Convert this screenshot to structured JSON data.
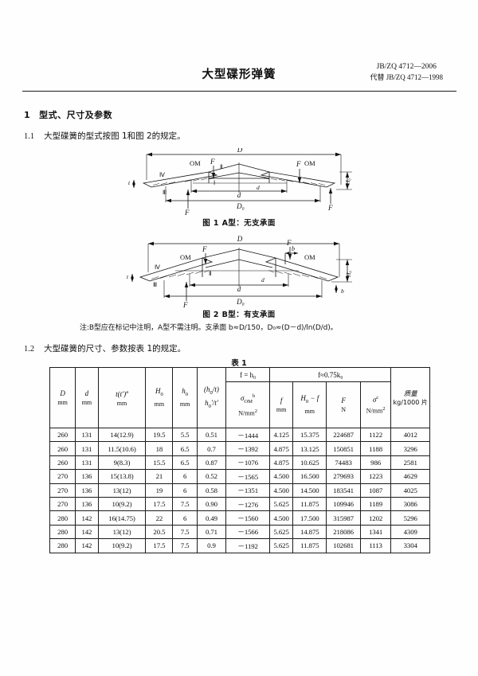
{
  "header": {
    "doc_title": "大型碟形弹簧",
    "std_code": "JB/ZQ 4712—2006",
    "std_replaces": "代替 JB/ZQ 4712—1998"
  },
  "clauses": {
    "c1_num": "1",
    "c1_text": "型式、尺寸及参数",
    "c11_num": "1.1",
    "c11_text": "大型碟簧的型式按图 1和图 2的规定。",
    "c12_num": "1.2",
    "c12_text": "大型碟簧的尺寸、参数按表 1的规定。"
  },
  "figures": {
    "fig1_caption": "图 1   A型：无支承面",
    "fig2_caption": "图 2   B型：有支承面",
    "note": "注:B型应在标记中注明，A型不需注明。支承面 b≈D/150，D₀≈(D－d)/ln(D/d)。",
    "labels": {
      "D": "D",
      "d": "d",
      "D0": "D₀",
      "H0": "H₀",
      "t": "t",
      "b": "b",
      "F": "F",
      "OM": "OM",
      "I": "Ⅰ",
      "II": "Ⅱ",
      "III": "Ⅲ",
      "IV": "Ⅳ"
    }
  },
  "table": {
    "caption": "表 1",
    "group_headers": {
      "g1": "f = h₀",
      "g2": "f≈0.75k₀"
    },
    "columns": [
      {
        "sym": "D",
        "unit": "mm"
      },
      {
        "sym": "d",
        "unit": "mm"
      },
      {
        "sym": "t(t')ᵃ",
        "unit": "mm"
      },
      {
        "sym": "H₀",
        "unit": "mm"
      },
      {
        "sym": "h₀",
        "unit": "mm"
      },
      {
        "sym": "(h₀/t) h₀'/t'",
        "unit": ""
      },
      {
        "sym": "σOMᵇ",
        "unit": "N/mm²"
      },
      {
        "sym": "f",
        "unit": "mm"
      },
      {
        "sym": "H₀－f",
        "unit": "mm"
      },
      {
        "sym": "F",
        "unit": "N"
      },
      {
        "sym": "σᶜ",
        "unit": "N/mm²"
      },
      {
        "sym": "质量",
        "unit": "kg/1000 片"
      }
    ],
    "rows": [
      [
        "260",
        "131",
        "14(12.9)",
        "19.5",
        "5.5",
        "0.51",
        "－1444",
        "4.125",
        "15.375",
        "224687",
        "1122",
        "4012"
      ],
      [
        "260",
        "131",
        "11.5(10.6)",
        "18",
        "6.5",
        "0.7",
        "－1392",
        "4.875",
        "13.125",
        "150851",
        "1188",
        "3296"
      ],
      [
        "260",
        "131",
        "9(8.3)",
        "15.5",
        "6.5",
        "0.87",
        "－1076",
        "4.875",
        "10.625",
        "74483",
        "986",
        "2581"
      ],
      [
        "270",
        "136",
        "15(13.8)",
        "21",
        "6",
        "0.52",
        "－1565",
        "4.500",
        "16.500",
        "279693",
        "1223",
        "4629"
      ],
      [
        "270",
        "136",
        "13(12)",
        "19",
        "6",
        "0.58",
        "－1351",
        "4.500",
        "14.500",
        "183541",
        "1087",
        "4025"
      ],
      [
        "270",
        "136",
        "10(9.2)",
        "17.5",
        "7.5",
        "0.90",
        "－1276",
        "5.625",
        "11.875",
        "109946",
        "1189",
        "3086"
      ],
      [
        "280",
        "142",
        "16(14.75)",
        "22",
        "6",
        "0.49",
        "－1560",
        "4.500",
        "17.500",
        "315987",
        "1202",
        "5296"
      ],
      [
        "280",
        "142",
        "13(12)",
        "20.5",
        "7.5",
        "0.71",
        "－1566",
        "5.625",
        "14.875",
        "218086",
        "1341",
        "4309"
      ],
      [
        "280",
        "142",
        "10(9.2)",
        "17.5",
        "7.5",
        "0.9",
        "－1192",
        "5.625",
        "11.875",
        "102681",
        "1113",
        "3304"
      ]
    ]
  }
}
